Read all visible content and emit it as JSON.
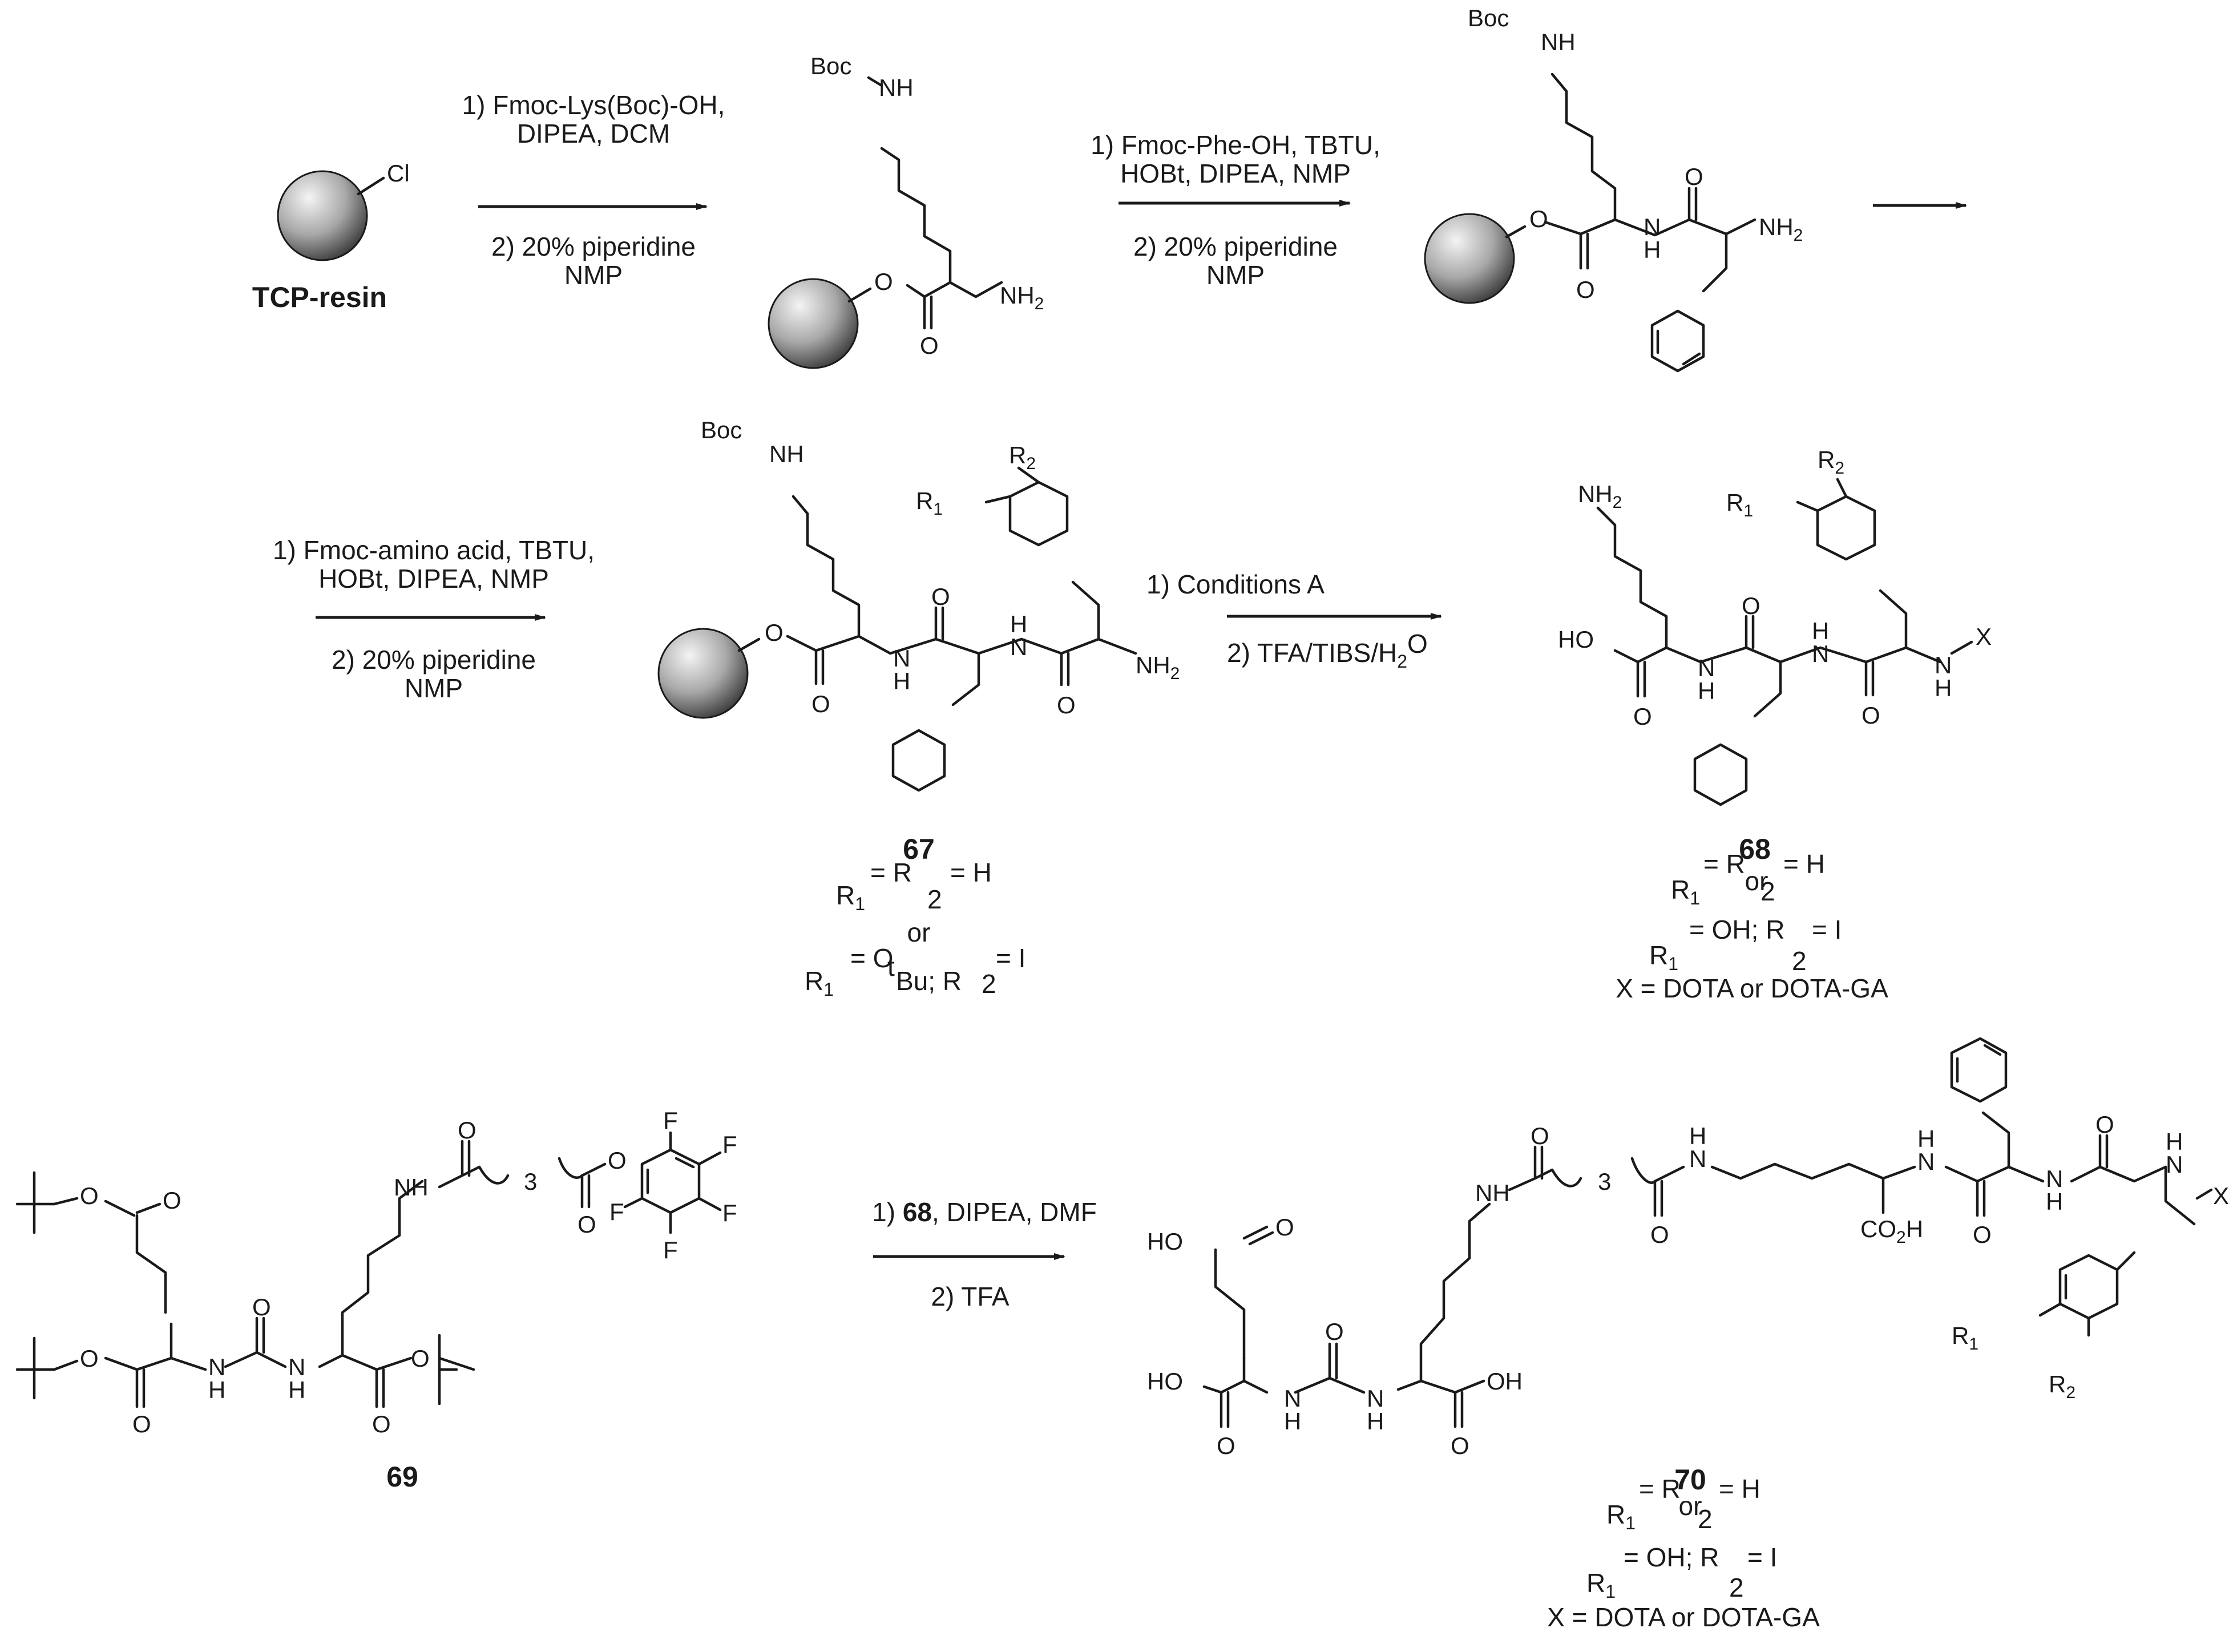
{
  "resin": {
    "name": "TCP-resin",
    "atom": "Cl"
  },
  "colors": {
    "ink": "#1a1a1a",
    "bead_light": "#f4f4f4",
    "bead_dark": "#3c3c3c"
  },
  "atoms": {
    "boc": "Boc",
    "nh": "NH",
    "nh2": "NH",
    "nh2_sub": "2",
    "n": "N",
    "h": "H",
    "o": "O",
    "ho": "HO",
    "oh": "OH",
    "f": "F",
    "x": "X",
    "r": "R",
    "sub1": "1",
    "sub2": "2",
    "sub3": "3",
    "co2h": "CO",
    "co2h_sub": "2",
    "co2h_h": "H"
  },
  "steps": {
    "step1": {
      "line1": "1) Fmoc-Lys(Boc)-OH,",
      "line2": "DIPEA, DCM",
      "line3": "2) 20% piperidine",
      "line4": "NMP"
    },
    "step2": {
      "line1": "1) Fmoc-Phe-OH, TBTU,",
      "line2": "HOBt, DIPEA, NMP",
      "line3": "2) 20% piperidine",
      "line4": "NMP"
    },
    "step3": {
      "line1": "1) Fmoc-amino acid, TBTU,",
      "line2": "HOBt, DIPEA, NMP",
      "line3": "2) 20% piperidine",
      "line4": "NMP"
    },
    "step4": {
      "line1": "1) Conditions A",
      "line2": "2) TFA/TIBS/H",
      "line2_sub": "2",
      "line2_end": "O"
    },
    "step5": {
      "line1_pre": "1) ",
      "line1_bold": "68",
      "line1_post": ", DIPEA, DMF",
      "line2": "2) TFA"
    }
  },
  "compounds": {
    "c67": {
      "number": "67",
      "opt1": "= R",
      "opt1_end": "= H",
      "or": "or",
      "opt2a": "= O",
      "opt2_sup": "t",
      "opt2b": "Bu; R",
      "opt2_end": "= I"
    },
    "c68": {
      "number": "68",
      "opt1": "= R",
      "opt1_end": "= H",
      "or": "or",
      "opt2": "= OH; R",
      "opt2_end": "= I",
      "x_def": "X = DOTA or DOTA-GA"
    },
    "c69": {
      "number": "69"
    },
    "c70": {
      "number": "70",
      "opt1": "= R",
      "opt1_end": "= H",
      "or": "or",
      "opt2": "= OH; R",
      "opt2_end": "= I",
      "x_def": "X = DOTA or DOTA-GA"
    }
  }
}
